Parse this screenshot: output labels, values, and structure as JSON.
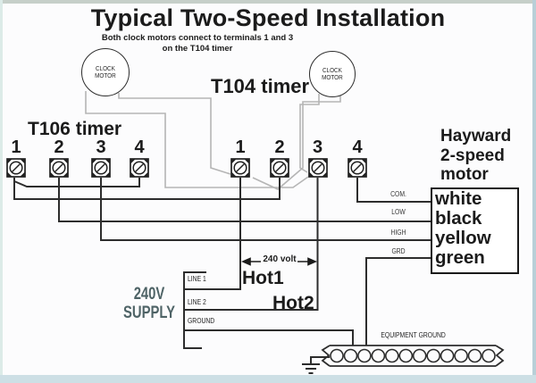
{
  "title": "Typical Two-Speed Installation",
  "subtitle": {
    "line1": "Both clock motors connect to terminals 1 and 3",
    "line2": "on the T104 timer"
  },
  "clock_motor": {
    "line1": "CLOCK",
    "line2": "MOTOR"
  },
  "t106": {
    "label": "T106 timer",
    "terminals": [
      "1",
      "2",
      "3",
      "4"
    ]
  },
  "t104": {
    "label": "T104 timer",
    "terminals": [
      "1",
      "2",
      "3",
      "4"
    ]
  },
  "motor": {
    "title_line1": "Hayward",
    "title_line2": "2-speed",
    "title_line3": "motor",
    "wires": [
      "white",
      "black",
      "yellow",
      "green"
    ],
    "wire_tags": [
      "COM.",
      "LOW",
      "HIGH",
      "GRD"
    ]
  },
  "supply": {
    "label_line1": "240V",
    "label_line2": "SUPPLY",
    "lines": [
      "LINE 1",
      "LINE 2",
      "GROUND"
    ]
  },
  "annotations": {
    "volt": "240 volt",
    "hot1": "Hot1",
    "hot2": "Hot2",
    "equipment_ground": "EQUIPMENT GROUND"
  },
  "colors": {
    "wire_black": "#2d2d2d",
    "wire_gray": "#b5b5b5",
    "supply_text": "#4e6366",
    "frame_blue": "#b8cfd7"
  }
}
